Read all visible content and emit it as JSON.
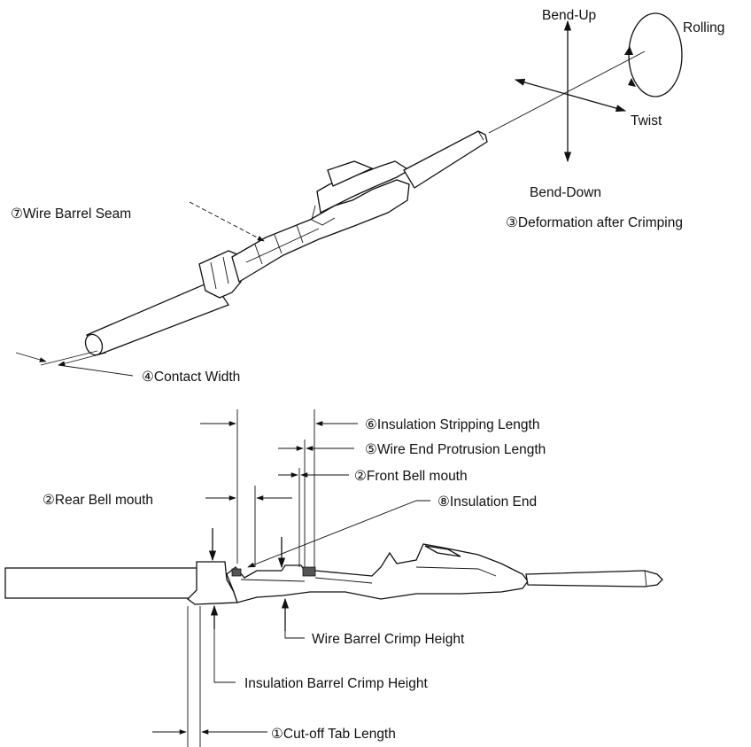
{
  "labels": {
    "bend_up": "Bend-Up",
    "rolling": "Rolling",
    "twist": "Twist",
    "bend_down": "Bend-Down",
    "deformation": "③Deformation after Crimping",
    "wire_barrel_seam": "⑦Wire Barrel Seam",
    "contact_width": "④Contact Width",
    "insulation_stripping_length": "⑥Insulation Stripping Length",
    "wire_end_protrusion_length": "⑤Wire End Protrusion Length",
    "front_bell_mouth": "②Front Bell mouth",
    "rear_bell_mouth": "②Rear Bell mouth",
    "insulation_end": "⑧Insulation End",
    "wire_barrel_crimp_height": "Wire Barrel Crimp Height",
    "insulation_barrel_crimp_height": "Insulation Barrel Crimp Height",
    "cutoff_tab_length": "①Cut-off Tab Length"
  },
  "colors": {
    "ink": "#111111",
    "paper": "#ffffff"
  }
}
